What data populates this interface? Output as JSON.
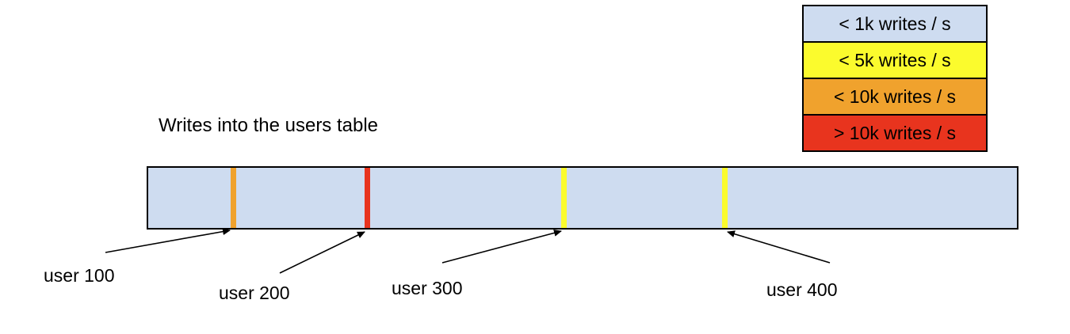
{
  "title": "Writes into the users table",
  "legend": {
    "items": [
      {
        "label": "< 1k writes / s",
        "color": "#CEDCF0"
      },
      {
        "label": "< 5k writes / s",
        "color": "#FBFB2D"
      },
      {
        "label": "< 10k writes / s",
        "color": "#F0A22D"
      },
      {
        "label": "> 10k writes / s",
        "color": "#E8341E"
      }
    ]
  },
  "bar": {
    "fill": "#CEDCF0",
    "border": "#000000",
    "markers": [
      {
        "user": "user 100",
        "color": "#F0A22D"
      },
      {
        "user": "user 200",
        "color": "#E8341E"
      },
      {
        "user": "user 300",
        "color": "#FBFB2D"
      },
      {
        "user": "user 400",
        "color": "#FBFB2D"
      }
    ]
  },
  "labels": [
    {
      "text": "user 100"
    },
    {
      "text": "user 200"
    },
    {
      "text": "user 300"
    },
    {
      "text": "user 400"
    }
  ]
}
